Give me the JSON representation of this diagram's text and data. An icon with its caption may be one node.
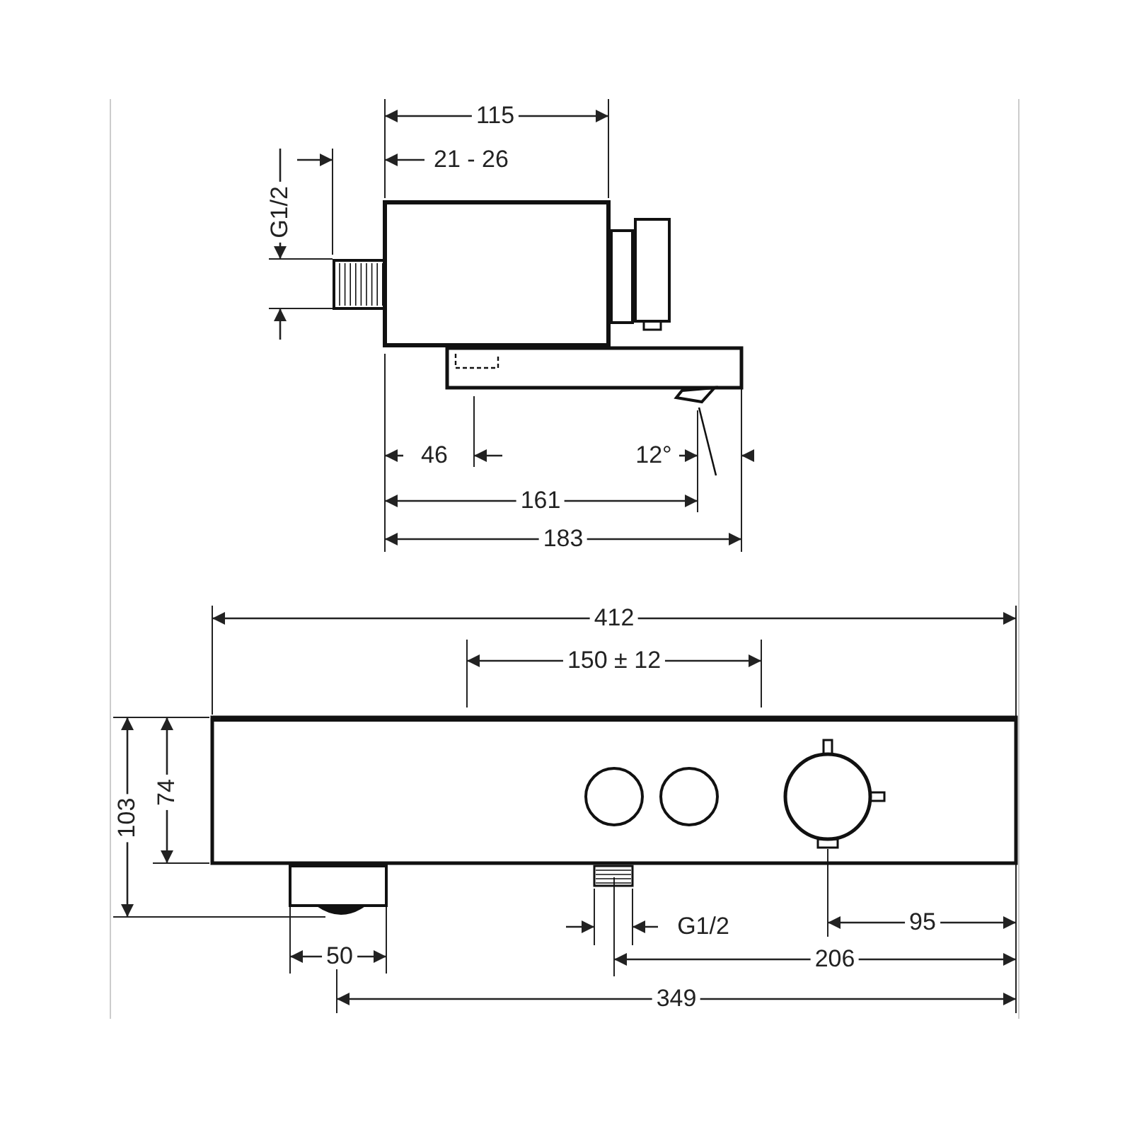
{
  "diagram": {
    "labels": [
      "115",
      "21 - 26",
      "G1/2",
      "46",
      "12°",
      "161",
      "183",
      "412",
      "150 ± 12",
      "103",
      "74",
      "G1/2",
      "95",
      "50",
      "206",
      "349"
    ]
  }
}
